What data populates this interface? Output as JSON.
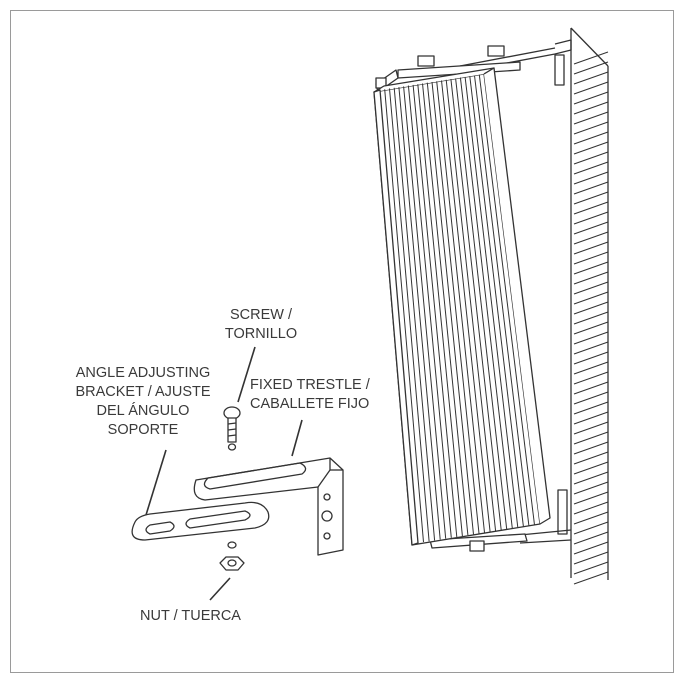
{
  "labels": {
    "screw": {
      "line1": "SCREW /",
      "line2": "TORNILLO"
    },
    "angle_bracket": {
      "line1": "ANGLE ADJUSTING",
      "line2": "BRACKET / AJUSTE",
      "line3": "DEL ÁNGULO",
      "line4": "SOPORTE"
    },
    "fixed_trestle": {
      "line1": "FIXED TRESTLE /",
      "line2": "CABALLETE FIJO"
    },
    "nut": {
      "line1": "NUT / TUERCA"
    }
  },
  "colors": {
    "stroke": "#333333",
    "fill": "#ffffff",
    "frame": "#9a9a9a"
  }
}
